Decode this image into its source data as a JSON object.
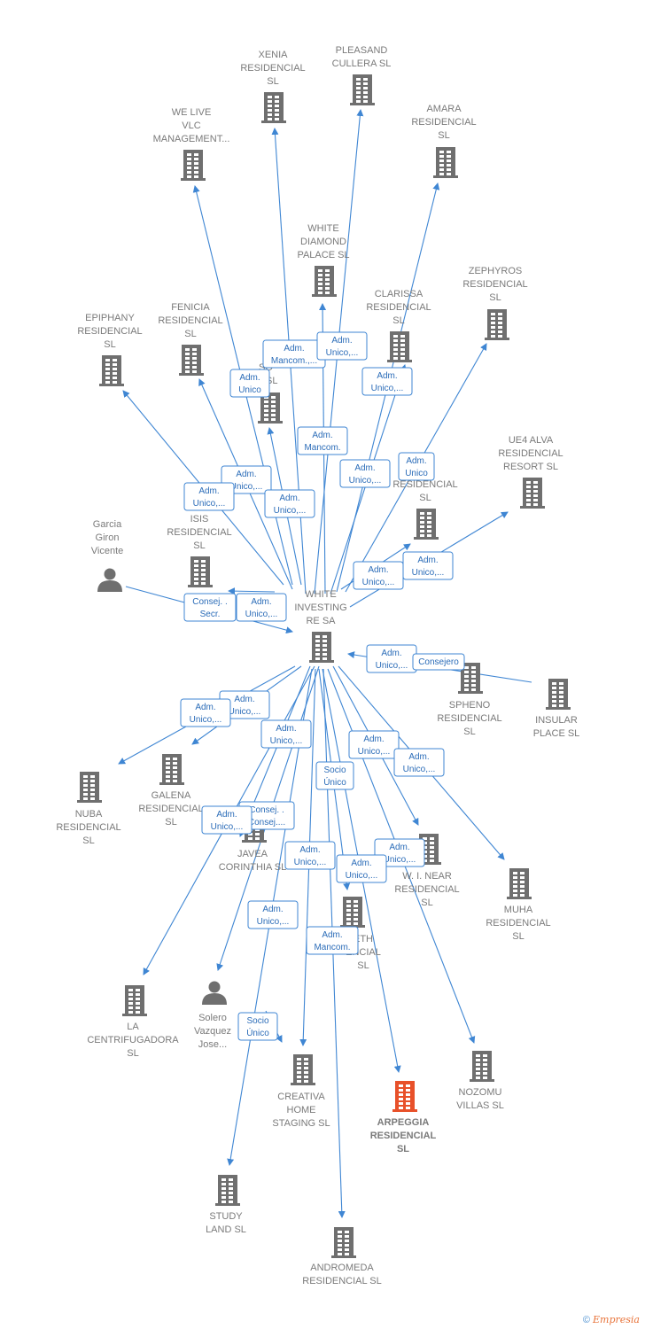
{
  "colors": {
    "edge": "#3f86d3",
    "building": "#6f6f6f",
    "building_highlight": "#e8512a",
    "person": "#6f6f6f",
    "label": "#7a7a7a",
    "badge_text": "#2b6cb8"
  },
  "nodes": [
    {
      "id": "white_investing",
      "type": "company",
      "label": [
        "WHITE",
        "INVESTING",
        "RE SA"
      ],
      "highlight": false
    },
    {
      "id": "xenia",
      "type": "company",
      "label": [
        "XENIA",
        "RESIDENCIAL",
        "SL"
      ]
    },
    {
      "id": "pleasand",
      "type": "company",
      "label": [
        "PLEASAND",
        "CULLERA  SL"
      ]
    },
    {
      "id": "amara",
      "type": "company",
      "label": [
        "AMARA",
        "RESIDENCIAL",
        "SL"
      ]
    },
    {
      "id": "welive",
      "type": "company",
      "label": [
        "WE LIVE",
        "VLC",
        "MANAGEMENT..."
      ]
    },
    {
      "id": "whitediamond",
      "type": "company",
      "label": [
        "WHITE",
        "DIAMOND",
        "PALACE  SL"
      ]
    },
    {
      "id": "zephyros",
      "type": "company",
      "label": [
        "ZEPHYROS",
        "RESIDENCIAL",
        "SL"
      ]
    },
    {
      "id": "clarissa",
      "type": "company",
      "label": [
        "CLARISSA",
        "RESIDENCIAL",
        "SL"
      ]
    },
    {
      "id": "epiphany",
      "type": "company",
      "label": [
        "EPIPHANY",
        "RESIDENCIAL",
        "SL"
      ]
    },
    {
      "id": "fenicia",
      "type": "company",
      "label": [
        "FENICIA",
        "RESIDENCIAL",
        "SL"
      ]
    },
    {
      "id": "so_ix",
      "type": "company",
      "label": [
        "SO",
        "IX  SL"
      ]
    },
    {
      "id": "ue4alva",
      "type": "company",
      "label": [
        "UE4 ALVA",
        "RESIDENCIAL",
        "RESORT  SL"
      ]
    },
    {
      "id": "te_res",
      "type": "company",
      "label": [
        "TE",
        "RESIDENCIAL",
        "SL"
      ]
    },
    {
      "id": "isis",
      "type": "company",
      "label": [
        "ISIS",
        "RESIDENCIAL",
        "SL"
      ]
    },
    {
      "id": "garcia",
      "type": "person",
      "label": [
        "Garcia",
        "Giron",
        "Vicente"
      ]
    },
    {
      "id": "spheno",
      "type": "company",
      "label": [
        "SPHENO",
        "RESIDENCIAL",
        "SL"
      ]
    },
    {
      "id": "insular",
      "type": "company",
      "label": [
        "INSULAR",
        "PLACE  SL"
      ]
    },
    {
      "id": "nuba",
      "type": "company",
      "label": [
        "NUBA",
        "RESIDENCIAL",
        "SL"
      ]
    },
    {
      "id": "galena",
      "type": "company",
      "label": [
        "GALENA",
        "RESIDENCIAL",
        "SL"
      ]
    },
    {
      "id": "javea",
      "type": "company",
      "label": [
        "JAVEA",
        "CORINTHIA  SL"
      ]
    },
    {
      "id": "near",
      "type": "company",
      "label": [
        "W.  I. NEAR",
        "RESIDENCIAL",
        "SL"
      ]
    },
    {
      "id": "muha",
      "type": "company",
      "label": [
        "MUHA",
        "RESIDENCIAL",
        "SL"
      ]
    },
    {
      "id": "eth",
      "type": "company",
      "label": [
        "ETH",
        "ENCIAL",
        "SL"
      ]
    },
    {
      "id": "centrifugadora",
      "type": "company",
      "label": [
        "LA",
        "CENTRIFUGADORA",
        "SL"
      ]
    },
    {
      "id": "solero",
      "type": "person",
      "label": [
        "Solero",
        "Vazquez",
        "Jose..."
      ]
    },
    {
      "id": "creativa",
      "type": "company",
      "label": [
        "CREATIVA",
        "HOME",
        "STAGING  SL"
      ]
    },
    {
      "id": "arpeggia",
      "type": "company",
      "label": [
        "ARPEGGIA",
        "RESIDENCIAL",
        "SL"
      ],
      "highlight": true
    },
    {
      "id": "nozomu",
      "type": "company",
      "label": [
        "NOZOMU",
        "VILLAS  SL"
      ]
    },
    {
      "id": "study",
      "type": "company",
      "label": [
        "STUDY",
        "LAND  SL"
      ]
    },
    {
      "id": "andromeda",
      "type": "company",
      "label": [
        "ANDROMEDA",
        "RESIDENCIAL SL"
      ]
    }
  ],
  "badges": [
    {
      "id": "b1",
      "lines": [
        "Adm.",
        "Mancom.,..."
      ]
    },
    {
      "id": "b2",
      "lines": [
        "Adm.",
        "Unico,..."
      ]
    },
    {
      "id": "b3",
      "lines": [
        "Adm.",
        "Unico"
      ]
    },
    {
      "id": "b4",
      "lines": [
        "Adm.",
        "Unico,..."
      ]
    },
    {
      "id": "b5",
      "lines": [
        "Adm.",
        "Mancom."
      ]
    },
    {
      "id": "b6",
      "lines": [
        "Adm.",
        "Unico,..."
      ]
    },
    {
      "id": "b7",
      "lines": [
        "Adm.",
        "Unico"
      ]
    },
    {
      "id": "b8",
      "lines": [
        "Adm.",
        "Unico,..."
      ]
    },
    {
      "id": "b9",
      "lines": [
        "Adm.",
        "Unico,..."
      ]
    },
    {
      "id": "b10",
      "lines": [
        "Adm.",
        "Unico,..."
      ]
    },
    {
      "id": "b11",
      "lines": [
        "Adm.",
        "Unico,..."
      ]
    },
    {
      "id": "b12",
      "lines": [
        "Adm.",
        "Unico,..."
      ]
    },
    {
      "id": "b13",
      "lines": [
        "Consej. .",
        "Secr."
      ]
    },
    {
      "id": "b14",
      "lines": [
        "Adm.",
        "Unico,..."
      ]
    },
    {
      "id": "b15",
      "lines": [
        "Adm.",
        "Unico,..."
      ]
    },
    {
      "id": "b16",
      "lines": [
        "Consejero"
      ]
    },
    {
      "id": "b17",
      "lines": [
        "Adm.",
        "Unico,..."
      ]
    },
    {
      "id": "b18",
      "lines": [
        "Adm.",
        "Unico,..."
      ]
    },
    {
      "id": "b19",
      "lines": [
        "Adm.",
        "Unico,..."
      ]
    },
    {
      "id": "b20",
      "lines": [
        "Adm.",
        "Unico,..."
      ]
    },
    {
      "id": "b21",
      "lines": [
        "Adm.",
        "Unico,..."
      ]
    },
    {
      "id": "b22",
      "lines": [
        "Socio",
        "Único"
      ]
    },
    {
      "id": "b23",
      "lines": [
        "Consej. .",
        "Consej...."
      ]
    },
    {
      "id": "b24",
      "lines": [
        "Adm.",
        "Unico,..."
      ]
    },
    {
      "id": "b25",
      "lines": [
        "Adm.",
        "Unico,..."
      ]
    },
    {
      "id": "b26",
      "lines": [
        "Adm.",
        "Unico,..."
      ]
    },
    {
      "id": "b27",
      "lines": [
        "Adm.",
        "Unico,..."
      ]
    },
    {
      "id": "b28",
      "lines": [
        "Adm.",
        "Unico,..."
      ]
    },
    {
      "id": "b29",
      "lines": [
        "Adm.",
        "Mancom."
      ]
    },
    {
      "id": "b30",
      "lines": [
        "Socio",
        "Único"
      ]
    }
  ],
  "footer": {
    "copyright": "©",
    "brand": "Empresia"
  }
}
